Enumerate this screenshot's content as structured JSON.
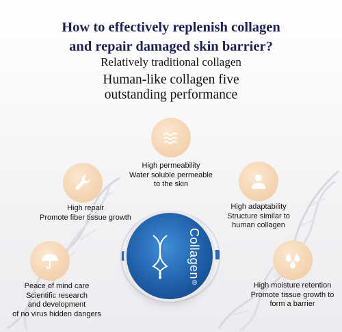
{
  "heading": {
    "line1": "How to effectively replenish collagen",
    "line2": "and repair damaged skin barrier?"
  },
  "subheading": {
    "line1": "Relatively traditional collagen",
    "line2": "Human-like collagen five",
    "line3": "outstanding performance"
  },
  "features": {
    "permeability": {
      "icon": "waves-icon",
      "lines": [
        "High permeability",
        "Water soluble permeable",
        "to the skin"
      ]
    },
    "repair": {
      "icon": "wrench-icon",
      "lines": [
        "High repair",
        "Promote fiber tissue growth"
      ]
    },
    "adaptability": {
      "icon": "person-icon",
      "lines": [
        "High adaptability",
        "Structure similar to",
        "human collagen"
      ]
    },
    "peace": {
      "icon": "umbrella-icon",
      "lines": [
        "Peace of mind care",
        "Scientific research",
        "and development",
        "of no virus hidden dangers"
      ]
    },
    "moisture": {
      "icon": "droplets-icon",
      "lines": [
        "High moisture retention",
        "Promote tissue growth to",
        "form a barrier"
      ]
    }
  },
  "product": {
    "label": "Collagen",
    "reg_mark": "®"
  },
  "colors": {
    "heading": "#1d2250",
    "icon_bg": "#f0c89d",
    "icon_glyph": "#ffffff",
    "product_blue": "#1f5fa8"
  }
}
